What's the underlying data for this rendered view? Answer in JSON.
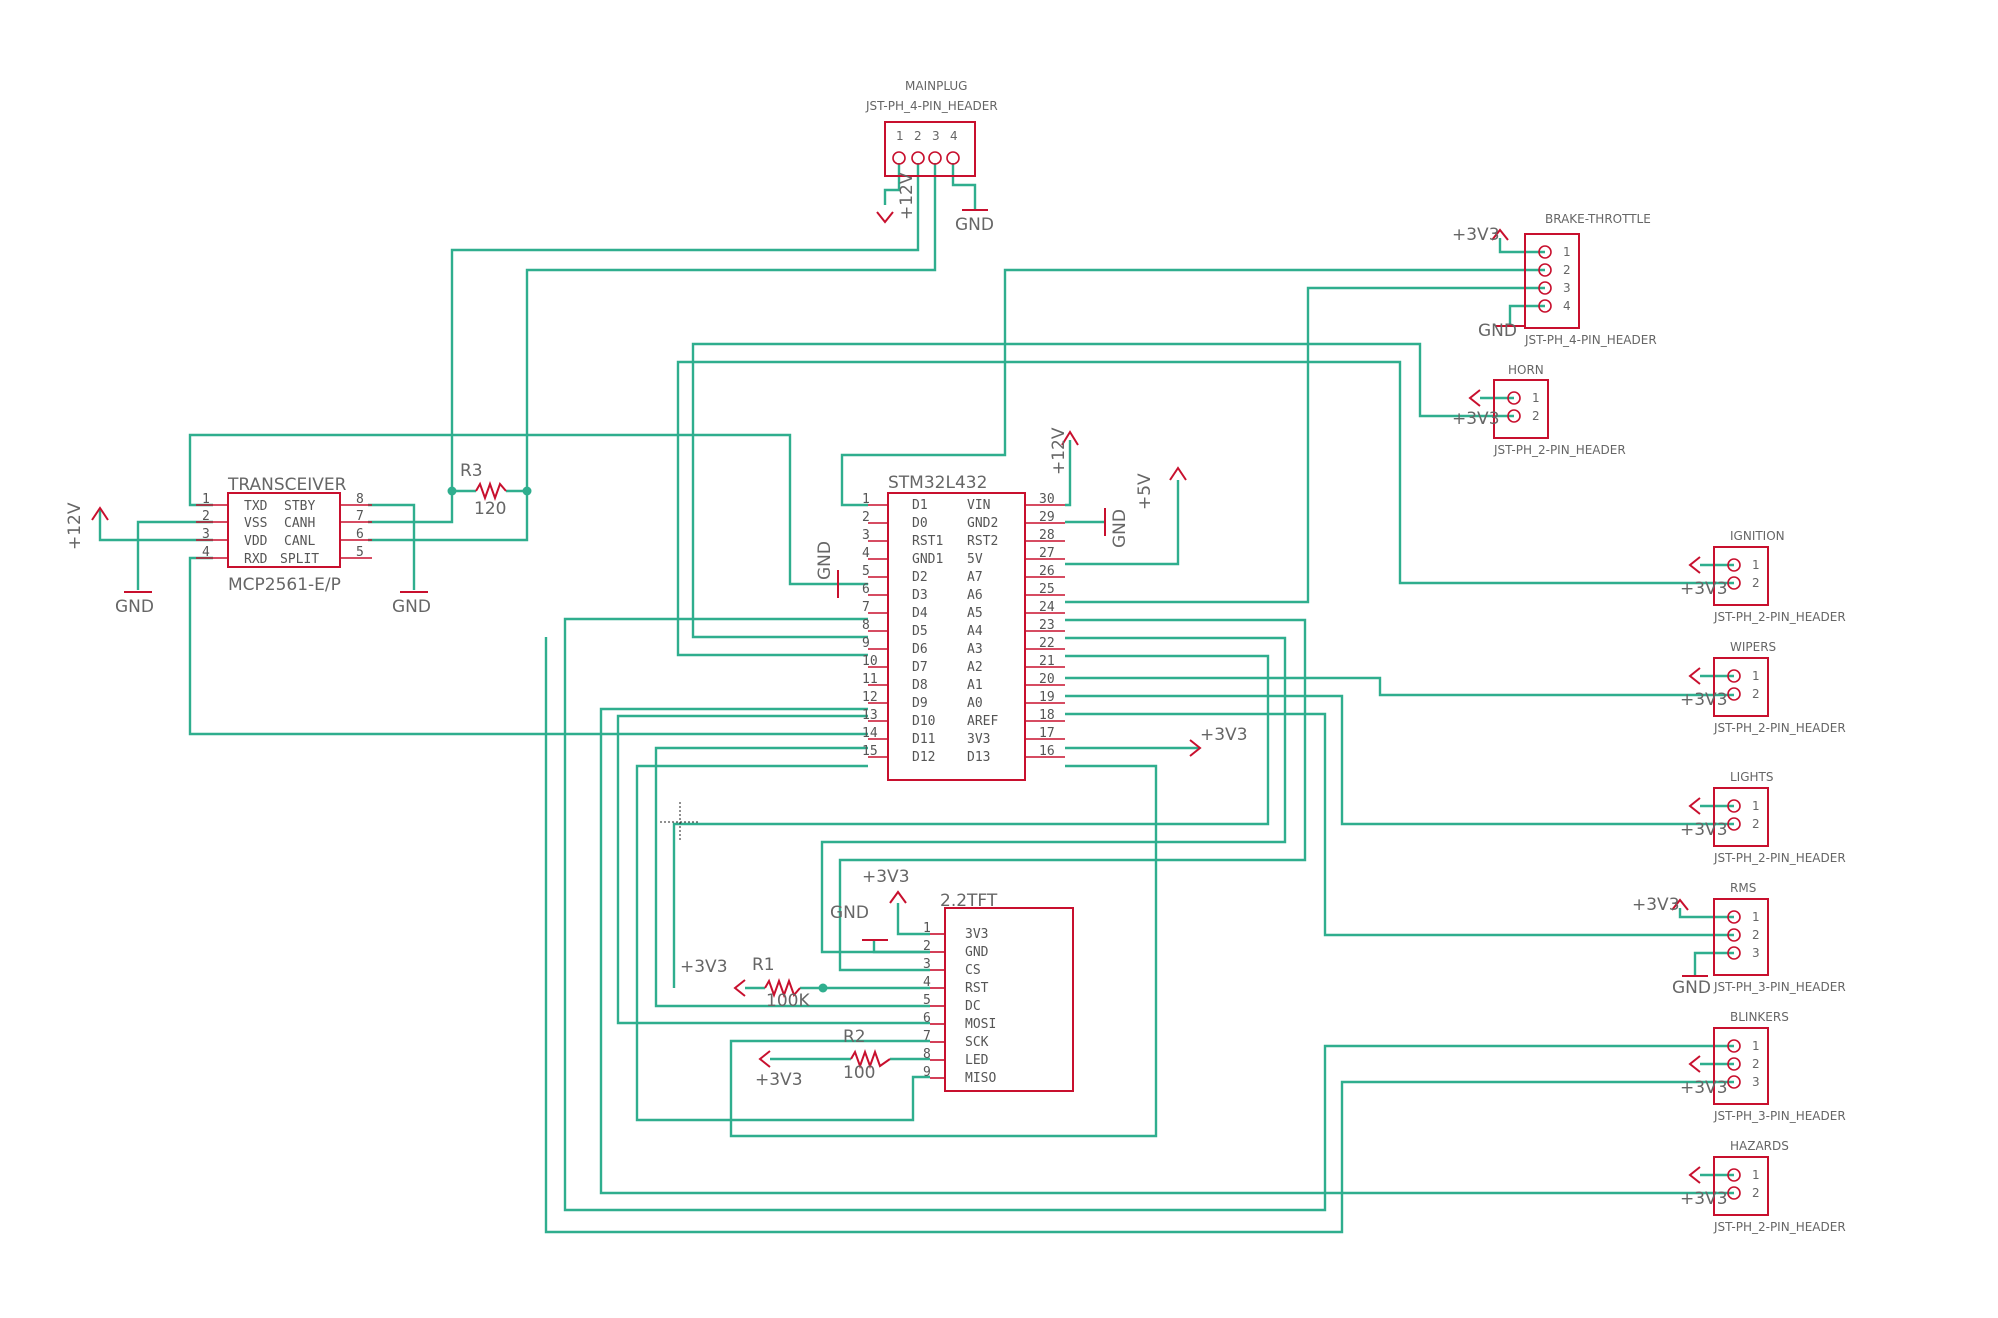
{
  "mcu": {
    "name": "STM32L432",
    "left_pins": [
      {
        "n": "1",
        "f": "D1"
      },
      {
        "n": "2",
        "f": "D0"
      },
      {
        "n": "3",
        "f": "RST1"
      },
      {
        "n": "4",
        "f": "GND1"
      },
      {
        "n": "5",
        "f": "D2"
      },
      {
        "n": "6",
        "f": "D3"
      },
      {
        "n": "7",
        "f": "D4"
      },
      {
        "n": "8",
        "f": "D5"
      },
      {
        "n": "9",
        "f": "D6"
      },
      {
        "n": "10",
        "f": "D7"
      },
      {
        "n": "11",
        "f": "D8"
      },
      {
        "n": "12",
        "f": "D9"
      },
      {
        "n": "13",
        "f": "D10"
      },
      {
        "n": "14",
        "f": "D11"
      },
      {
        "n": "15",
        "f": "D12"
      }
    ],
    "right_pins": [
      {
        "n": "30",
        "f": "VIN"
      },
      {
        "n": "29",
        "f": "GND2"
      },
      {
        "n": "28",
        "f": "RST2"
      },
      {
        "n": "27",
        "f": "5V"
      },
      {
        "n": "26",
        "f": "A7"
      },
      {
        "n": "25",
        "f": "A6"
      },
      {
        "n": "24",
        "f": "A5"
      },
      {
        "n": "23",
        "f": "A4"
      },
      {
        "n": "22",
        "f": "A3"
      },
      {
        "n": "21",
        "f": "A2"
      },
      {
        "n": "20",
        "f": "A1"
      },
      {
        "n": "19",
        "f": "A0"
      },
      {
        "n": "18",
        "f": "AREF"
      },
      {
        "n": "17",
        "f": "3V3"
      },
      {
        "n": "16",
        "f": "D13"
      }
    ]
  },
  "transceiver": {
    "name": "TRANSCEIVER",
    "value": "MCP2561-E/P",
    "left_pins": [
      {
        "n": "1",
        "f": "TXD"
      },
      {
        "n": "2",
        "f": "VSS"
      },
      {
        "n": "3",
        "f": "VDD"
      },
      {
        "n": "4",
        "f": "RXD"
      }
    ],
    "right_pins": [
      {
        "n": "8",
        "f": "STBY"
      },
      {
        "n": "7",
        "f": "CANH"
      },
      {
        "n": "6",
        "f": "CANL"
      },
      {
        "n": "5",
        "f": "SPLIT"
      }
    ]
  },
  "tft": {
    "name": "2.2TFT",
    "pins": [
      {
        "n": "1",
        "f": "3V3"
      },
      {
        "n": "2",
        "f": "GND"
      },
      {
        "n": "3",
        "f": "CS"
      },
      {
        "n": "4",
        "f": "RST"
      },
      {
        "n": "5",
        "f": "DC"
      },
      {
        "n": "6",
        "f": "MOSI"
      },
      {
        "n": "7",
        "f": "SCK"
      },
      {
        "n": "8",
        "f": "LED"
      },
      {
        "n": "9",
        "f": "MISO"
      }
    ]
  },
  "resistors": {
    "r3": {
      "name": "R3",
      "value": "120"
    },
    "r1": {
      "name": "R1",
      "value": "100K"
    },
    "r2": {
      "name": "R2",
      "value": "100"
    }
  },
  "mainplug": {
    "name": "MAINPLUG",
    "value": "JST-PH_4-PIN_HEADER",
    "pins": [
      "1",
      "2",
      "3",
      "4"
    ]
  },
  "headers": [
    {
      "id": "brake",
      "name": "BRAKE-THROTTLE",
      "value": "JST-PH_4-PIN_HEADER",
      "pins": [
        "1",
        "2",
        "3",
        "4"
      ]
    },
    {
      "id": "horn",
      "name": "HORN",
      "value": "JST-PH_2-PIN_HEADER",
      "pins": [
        "1",
        "2"
      ]
    },
    {
      "id": "ignition",
      "name": "IGNITION",
      "value": "JST-PH_2-PIN_HEADER",
      "pins": [
        "1",
        "2"
      ]
    },
    {
      "id": "wipers",
      "name": "WIPERS",
      "value": "JST-PH_2-PIN_HEADER",
      "pins": [
        "1",
        "2"
      ]
    },
    {
      "id": "lights",
      "name": "LIGHTS",
      "value": "JST-PH_2-PIN_HEADER",
      "pins": [
        "1",
        "2"
      ]
    },
    {
      "id": "rms",
      "name": "RMS",
      "value": "JST-PH_3-PIN_HEADER",
      "pins": [
        "1",
        "2",
        "3"
      ]
    },
    {
      "id": "blinkers",
      "name": "BLINKERS",
      "value": "JST-PH_3-PIN_HEADER",
      "pins": [
        "1",
        "2",
        "3"
      ]
    },
    {
      "id": "hazards",
      "name": "HAZARDS",
      "value": "JST-PH_2-PIN_HEADER",
      "pins": [
        "1",
        "2"
      ]
    }
  ],
  "power": {
    "v3v3": "+3V3",
    "v12": "+12V",
    "v5": "+5V",
    "gnd": "GND"
  }
}
